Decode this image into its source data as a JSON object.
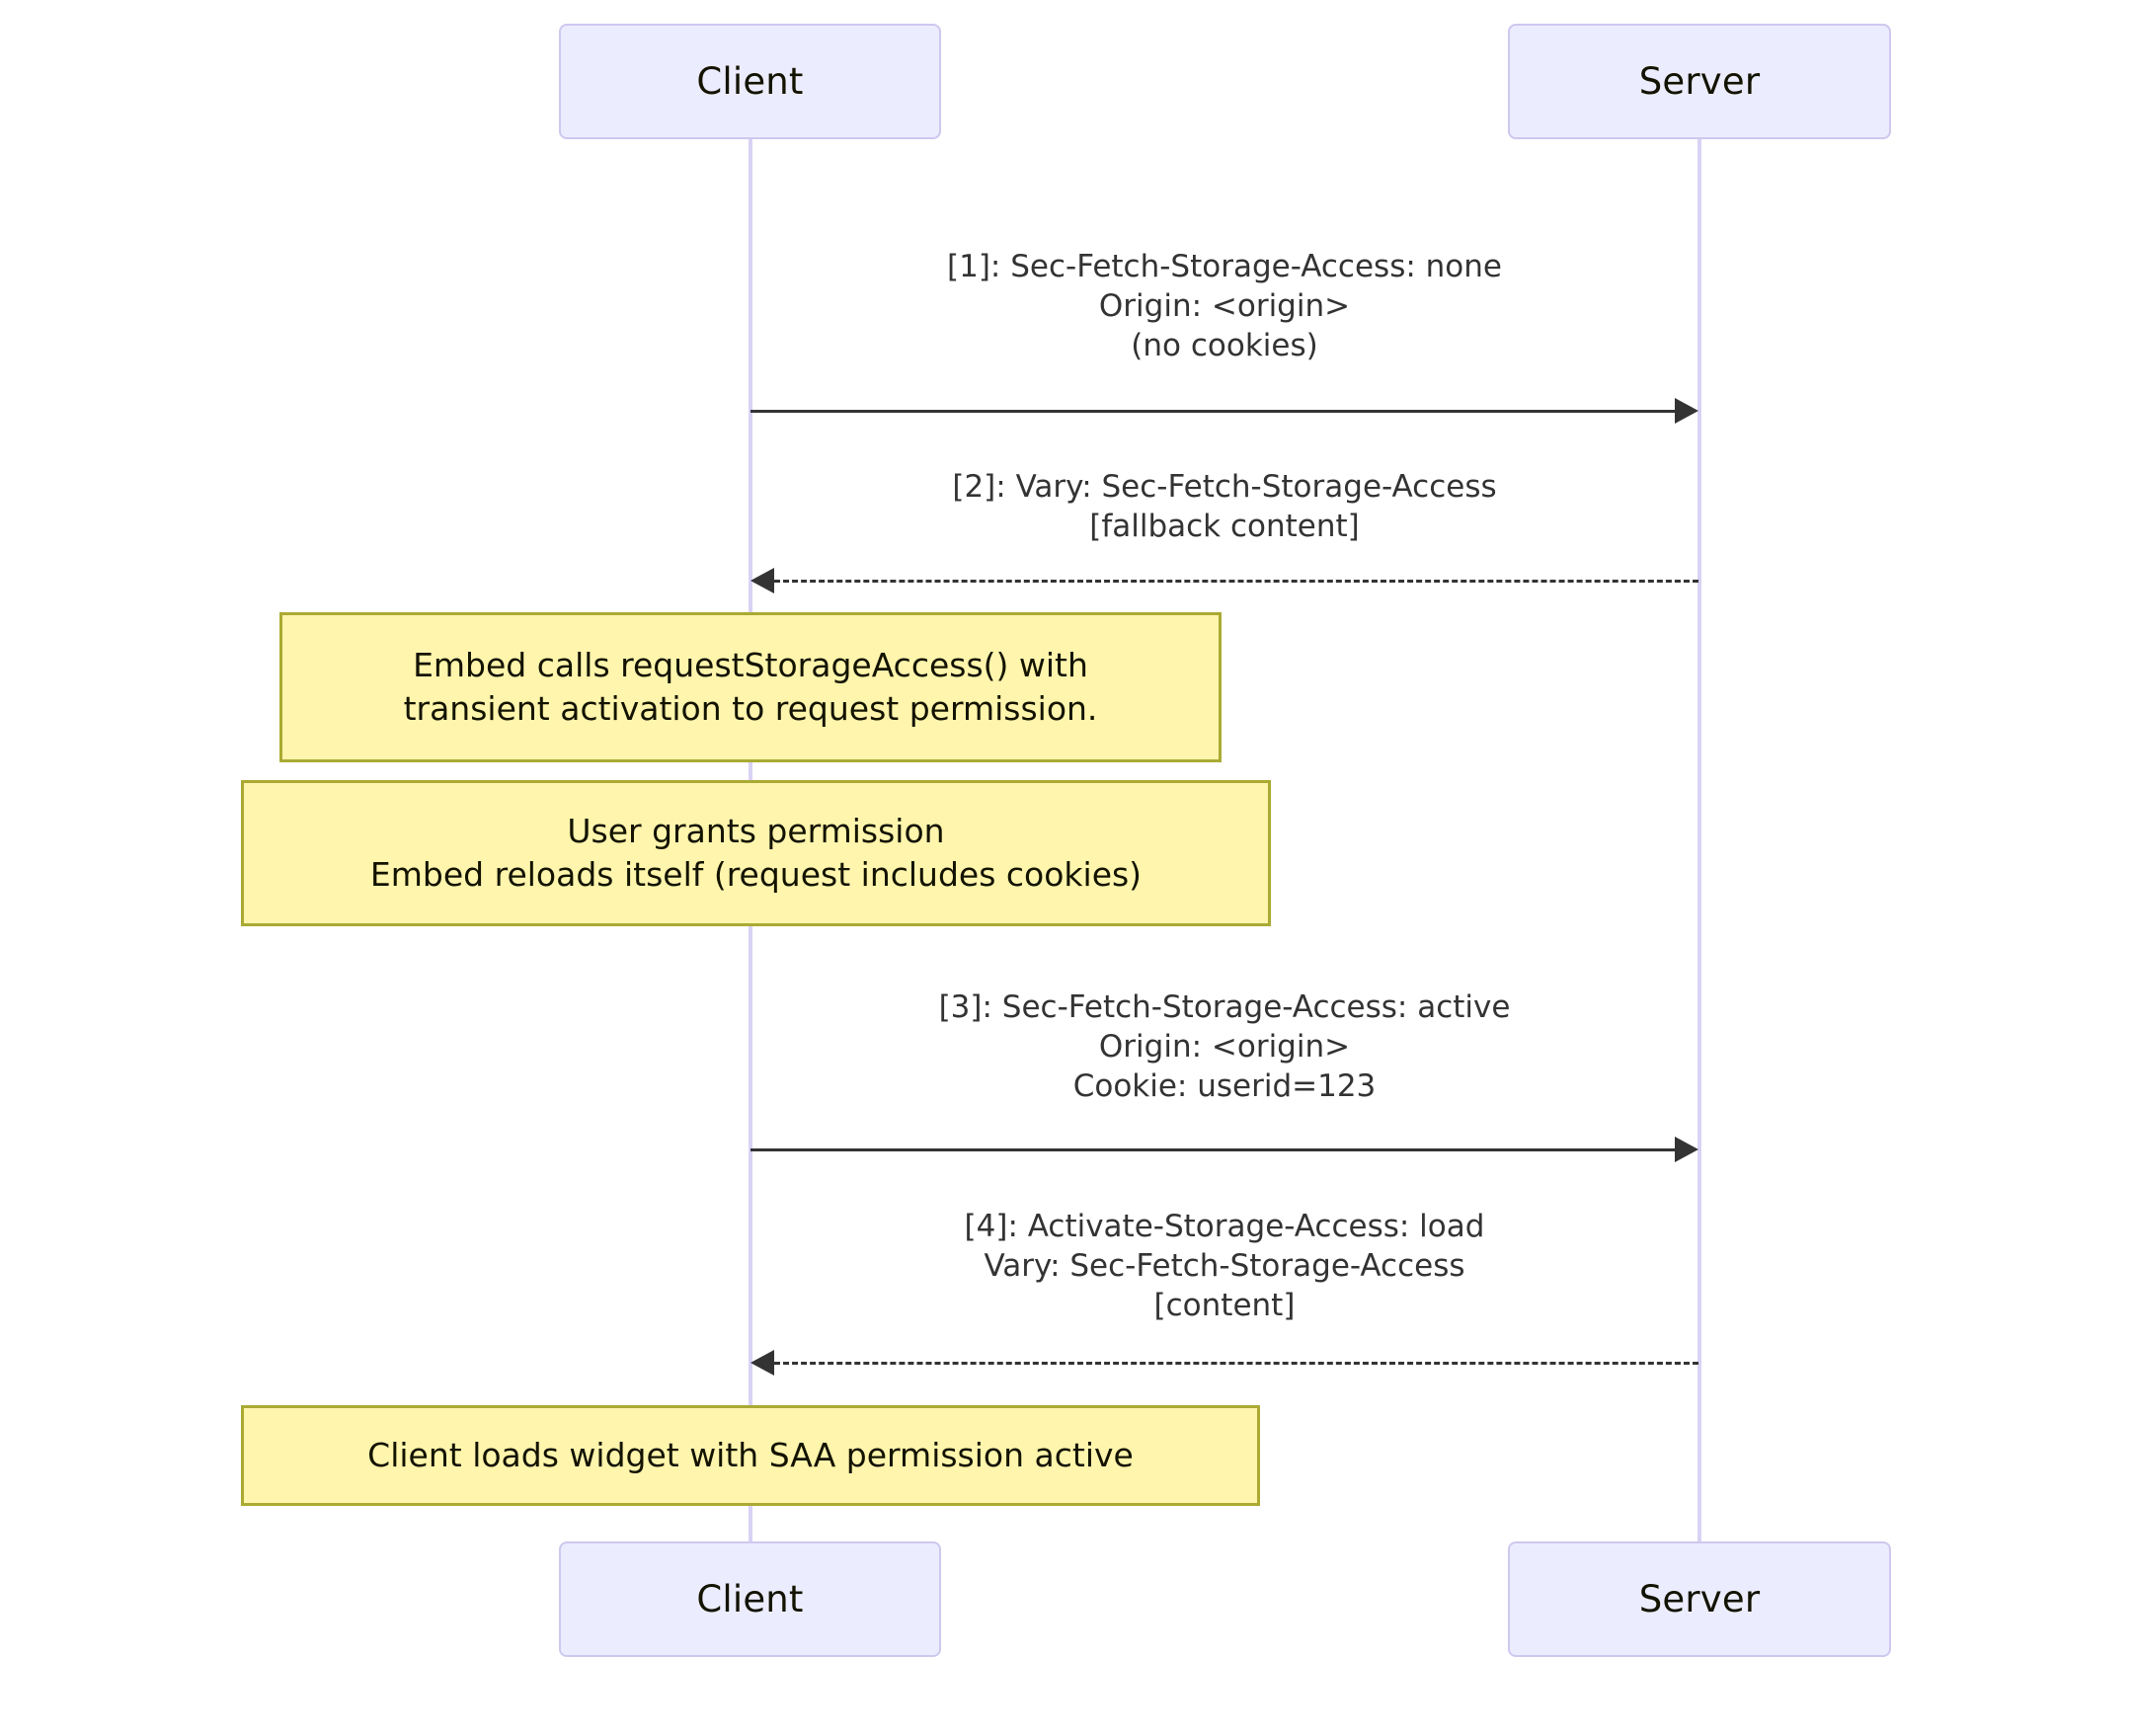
{
  "diagram": {
    "type": "sequence-diagram",
    "title": "",
    "background_color": "#ffffff",
    "actor_fill": "#ECECFF",
    "actor_stroke": "#CEC8EF",
    "note_fill": "#FFF5AD",
    "note_stroke": "#AAAA33",
    "line_color": "#333333",
    "lifeline_color": "#D9D2F5"
  },
  "participants": {
    "client": {
      "label": "Client"
    },
    "server": {
      "label": "Server"
    }
  },
  "participants_bottom": {
    "client": {
      "label": "Client"
    },
    "server": {
      "label": "Server"
    }
  },
  "messages": [
    {
      "index": "1",
      "from": "client",
      "to": "server",
      "style": "solid",
      "direction": "right",
      "text": "[1]: Sec-Fetch-Storage-Access: none\nOrigin: <origin>\n(no cookies)"
    },
    {
      "index": "2",
      "from": "server",
      "to": "client",
      "style": "dashed",
      "direction": "left",
      "text": "[2]: Vary: Sec-Fetch-Storage-Access\n[fallback content]"
    },
    {
      "index": "3",
      "from": "client",
      "to": "server",
      "style": "solid",
      "direction": "right",
      "text": "[3]: Sec-Fetch-Storage-Access: active\nOrigin: <origin>\nCookie: userid=123"
    },
    {
      "index": "4",
      "from": "server",
      "to": "client",
      "style": "dashed",
      "direction": "left",
      "text": "[4]: Activate-Storage-Access: load\nVary: Sec-Fetch-Storage-Access\n[content]"
    }
  ],
  "notes": [
    {
      "id": "note-request-storage-access",
      "text": "Embed calls requestStorageAccess() with\ntransient activation to request permission."
    },
    {
      "id": "note-user-grants-permission",
      "text": "User grants permission\nEmbed reloads itself (request includes cookies)"
    },
    {
      "id": "note-client-loads-widget",
      "text": "Client loads widget with SAA permission active"
    }
  ]
}
